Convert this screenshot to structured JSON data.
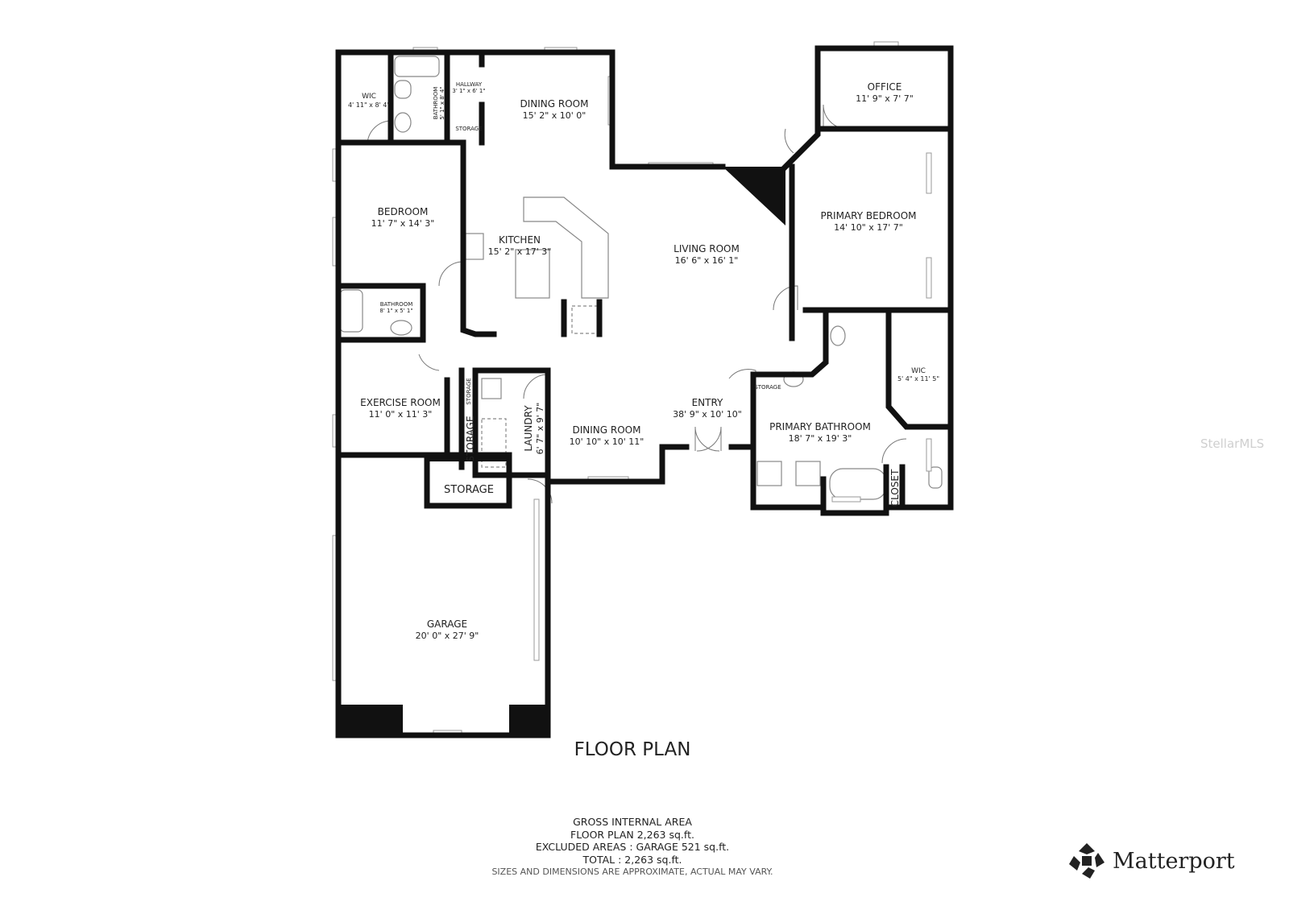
{
  "rooms": {
    "wic1": {
      "name": "WIC",
      "dim": "4' 11\" x 8' 4\""
    },
    "bath1": {
      "name": "BATHROOM",
      "dim": "5' 1\" x 8' 4\""
    },
    "hallway": {
      "name": "HALLWAY",
      "dim": "3' 1\" x 6' 1\""
    },
    "storage_top": {
      "name": "STORAGE"
    },
    "dining_top": {
      "name": "DINING ROOM",
      "dim": "15' 2\" x 10' 0\""
    },
    "office": {
      "name": "OFFICE",
      "dim": "11' 9\" x 7' 7\""
    },
    "bedroom": {
      "name": "BEDROOM",
      "dim": "11' 7\" x 14' 3\""
    },
    "kitchen": {
      "name": "KITCHEN",
      "dim": "15' 2\" x 17' 3\""
    },
    "living": {
      "name": "LIVING ROOM",
      "dim": "16' 6\" x 16' 1\""
    },
    "primary_bed": {
      "name": "PRIMARY BEDROOM",
      "dim": "14' 10\" x 17' 7\""
    },
    "bath2": {
      "name": "BATHROOM",
      "dim": "8' 1\" x 5' 1\""
    },
    "exercise": {
      "name": "EXERCISE ROOM",
      "dim": "11' 0\" x 11' 3\""
    },
    "storage_small": {
      "name": "STORAGE"
    },
    "storage_vert": {
      "name": "STORAGE"
    },
    "laundry": {
      "name": "LAUNDRY",
      "dim": "6' 7\" x 9' 7\""
    },
    "dining_bottom": {
      "name": "DINING ROOM",
      "dim": "10' 10\" x 10' 11\""
    },
    "entry": {
      "name": "ENTRY",
      "dim": "38' 9\" x 10' 10\""
    },
    "storage_bath": {
      "name": "STORAGE"
    },
    "wic2": {
      "name": "WIC",
      "dim": "5' 4\" x 11' 5\""
    },
    "primary_bath": {
      "name": "PRIMARY BATHROOM",
      "dim": "18' 7\" x 19' 3\""
    },
    "closet": {
      "name": "CLOSET"
    },
    "storage_garage": {
      "name": "STORAGE"
    },
    "garage": {
      "name": "GARAGE",
      "dim": "20' 0\" x 27' 9\""
    }
  },
  "title": "FLOOR PLAN",
  "area": {
    "heading": "GROSS INTERNAL AREA",
    "floor_plan": "FLOOR PLAN 2,263 sq.ft.",
    "excluded": "EXCLUDED AREAS :  GARAGE 521 sq.ft.",
    "total": "TOTAL :  2,263 sq.ft.",
    "disclaimer": "SIZES AND DIMENSIONS ARE APPROXIMATE, ACTUAL MAY VARY."
  },
  "watermark": "StellarMLS",
  "logo": {
    "text": "Matterport",
    "icon": "matterport-logo-icon"
  }
}
